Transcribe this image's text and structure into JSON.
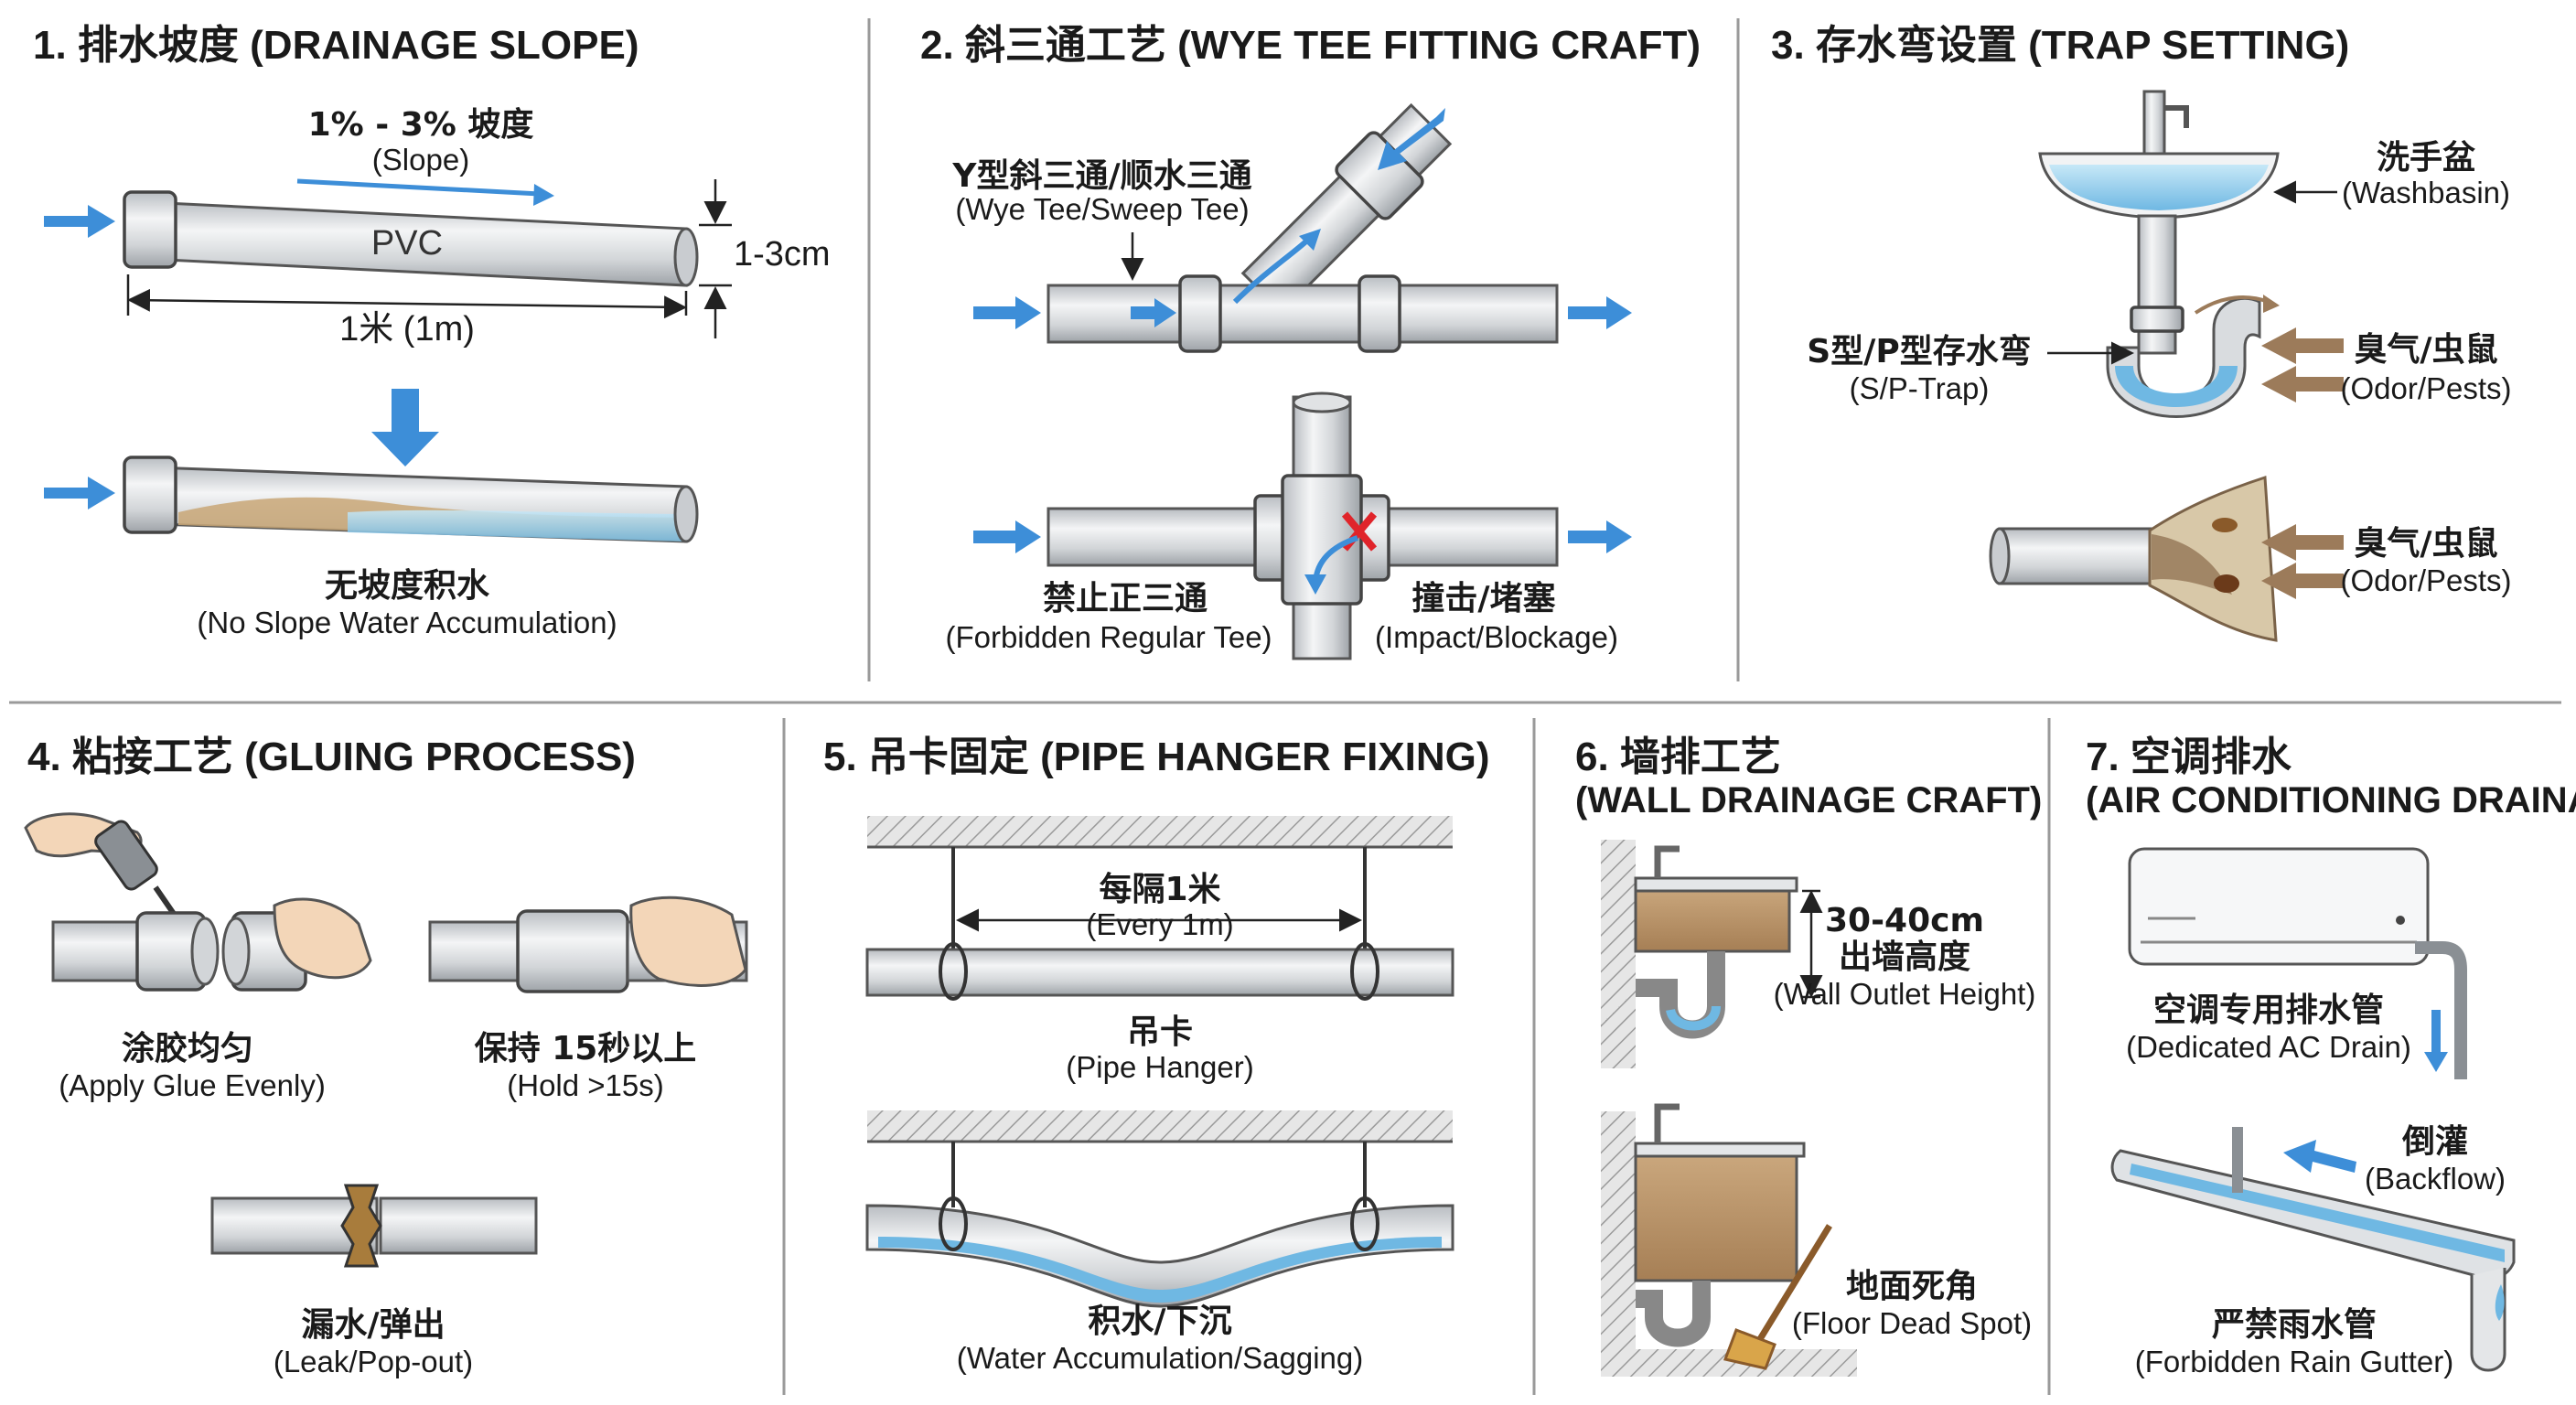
{
  "sections": [
    {
      "title": "1. 排水坡度 (DRAINAGE SLOPE)",
      "slope_cn": "1% - 3% 坡度",
      "slope_en": "(Slope)",
      "pipe_label": "PVC",
      "drop_label": "1-3cm",
      "length_label": "1米 (1m)",
      "bad_cn": "无坡度积水",
      "bad_en": "(No Slope Water Accumulation)"
    },
    {
      "title": "2. 斜三通工艺 (WYE TEE FITTING CRAFT)",
      "wye_cn": "Y型斜三通/顺水三通",
      "wye_en": "(Wye Tee/Sweep Tee)",
      "tee_cn": "禁止正三通",
      "tee_en": "(Forbidden Regular Tee)",
      "impact_cn": "撞击/堵塞",
      "impact_en": "(Impact/Blockage)"
    },
    {
      "title": "3. 存水弯设置 (TRAP SETTING)",
      "basin_cn": "洗手盆",
      "basin_en": "(Washbasin)",
      "trap_cn": "S型/P型存水弯",
      "trap_en": "(S/P-Trap)",
      "odor1_cn": "臭气/虫鼠",
      "odor1_en": "(Odor/Pests)",
      "odor2_cn": "臭气/虫鼠",
      "odor2_en": "(Odor/Pests)"
    },
    {
      "title": "4. 粘接工艺 (GLUING PROCESS)",
      "glue_cn": "涂胶均匀",
      "glue_en": "(Apply Glue Evenly)",
      "hold_cn": "保持 15秒以上",
      "hold_en": "(Hold >15s)",
      "leak_cn": "漏水/弹出",
      "leak_en": "(Leak/Pop-out)"
    },
    {
      "title": "5. 吊卡固定 (PIPE HANGER FIXING)",
      "spacing_cn": "每隔1米",
      "spacing_en": "(Every 1m)",
      "hanger_cn": "吊卡",
      "hanger_en": "(Pipe Hanger)",
      "sag_cn": "积水/下沉",
      "sag_en": "(Water Accumulation/Sagging)"
    },
    {
      "title_line1": "6. 墙排工艺",
      "title_line2": "(WALL DRAINAGE CRAFT)",
      "height_value": "30-40cm",
      "height_cn": "出墙高度",
      "height_en": "(Wall Outlet Height)",
      "floor_cn": "地面死角",
      "floor_en": "(Floor Dead Spot)"
    },
    {
      "title_line1": "7. 空调排水",
      "title_line2": "(AIR CONDITIONING DRAINAGE)",
      "drain_cn": "空调专用排水管",
      "drain_en": "(Dedicated AC Drain)",
      "backflow_cn": "倒灌",
      "backflow_en": "(Backflow)",
      "gutter_cn": "严禁雨水管",
      "gutter_en": "(Forbidden Rain Gutter)"
    }
  ],
  "colors": {
    "arrow_blue": "#3d8ed8",
    "water_blue": "#9fd3ef",
    "pest_brown": "#9c7b5a",
    "cross_red": "#e0242a",
    "pipe_gray": "#d9dcdf"
  }
}
